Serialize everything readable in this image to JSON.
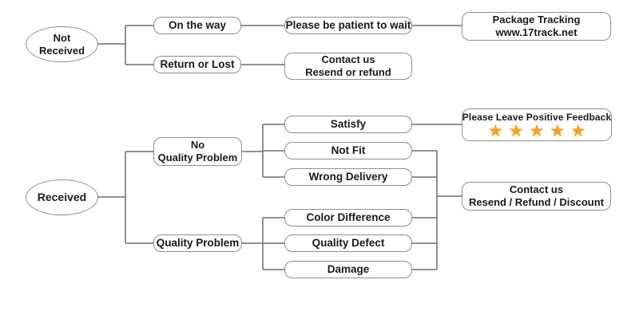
{
  "diagram": {
    "type": "flowchart",
    "topic": "After-sale / delivery decision flow",
    "nodes": {
      "not_received": {
        "line1": "Not",
        "line2": "Received"
      },
      "on_the_way": {
        "label": "On the way"
      },
      "please_be_patient": {
        "label": "Please be patient to wait"
      },
      "package_tracking": {
        "line1": "Package Tracking",
        "line2": "www.17track.net"
      },
      "return_or_lost": {
        "label": "Return or Lost"
      },
      "contact_us_resend": {
        "line1": "Contact us",
        "line2": "Resend or refund"
      },
      "received": {
        "label": "Received"
      },
      "no_quality_problem": {
        "line1": "No",
        "line2": "Quality Problem"
      },
      "satisfy": {
        "label": "Satisfy"
      },
      "not_fit": {
        "label": "Not Fit"
      },
      "wrong_delivery": {
        "label": "Wrong Delivery"
      },
      "quality_problem": {
        "label": "Quality Problem"
      },
      "color_difference": {
        "label": "Color Difference"
      },
      "quality_defect": {
        "label": "Quality Defect"
      },
      "damage": {
        "label": "Damage"
      },
      "positive_feedback": {
        "label": "Please Leave Positive Feedback",
        "star_icon": "★",
        "star_count": 5
      },
      "contact_us_full": {
        "line1": "Contact us",
        "line2": "Resend / Refund / Discount"
      }
    },
    "colors": {
      "background": "#ffffff",
      "box_border": "#8f8f8f",
      "connector_line": "#6e6e6e",
      "text": "#1a1a1a",
      "star": "#f9a21b"
    }
  }
}
